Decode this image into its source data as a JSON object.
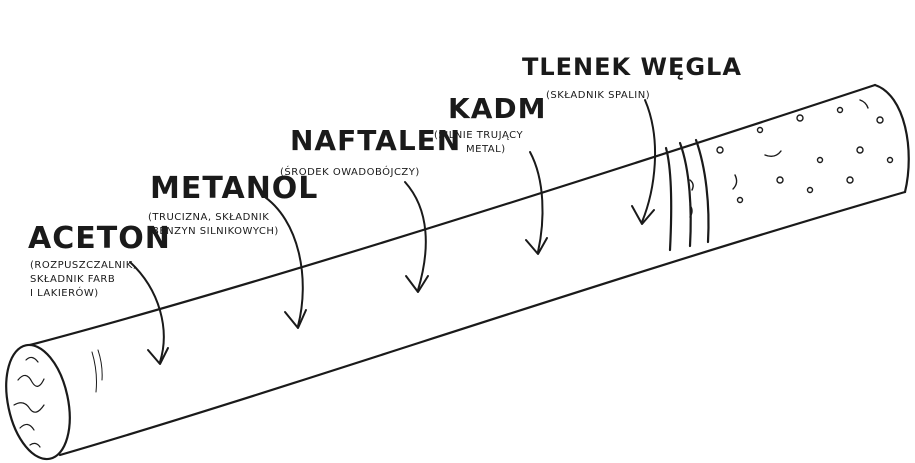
{
  "labels": [
    {
      "title": "ACETON",
      "note_lines": [
        "(ROZPUSZCZALNIK,",
        "SKŁADNIK FARB",
        "I LAKIERÓW)"
      ]
    },
    {
      "title": "METANOL",
      "note_lines": [
        "(TRUCIZNA, SKŁADNIK",
        "BENZYN SILNIKOWYCH)"
      ]
    },
    {
      "title": "NAFTALEN",
      "note_lines": [
        "(ŚRODEK OWADOBÓJCZY)"
      ]
    },
    {
      "title": "KADM",
      "note_lines": [
        "(SILNIE TRUJĄCY",
        "METAL)"
      ]
    },
    {
      "title": "TLENEK WĘGLA",
      "note_lines": [
        "(SKŁADNIK SPALIN)"
      ]
    }
  ],
  "colors": {
    "ink": "#1a1a1a",
    "paper": "#ffffff"
  }
}
